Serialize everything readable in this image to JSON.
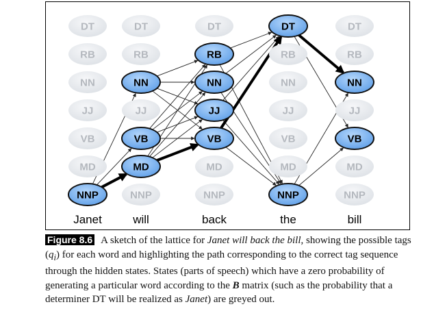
{
  "figure": {
    "label": "Figure 8.6",
    "caption": {
      "part1": "A sketch of the lattice for ",
      "sentence": "Janet will back the bill",
      "part2": ", showing the possible tags (",
      "q": "q",
      "sub": "i",
      "part3": ") for each word and highlighting the path corresponding to the correct tag sequence through the hidden states. States (parts of speech) which have a zero probability of generating a particular word according to the ",
      "matrix": "B",
      "part4": " matrix (such as the probability that a determiner DT will be realized as ",
      "example_word": "Janet",
      "part5": ") are greyed out."
    }
  },
  "lattice": {
    "tags": [
      "DT",
      "RB",
      "NN",
      "JJ",
      "VB",
      "MD",
      "NNP"
    ],
    "words": [
      "Janet",
      "will",
      "back",
      "the",
      "bill"
    ],
    "active": [
      [
        "NNP"
      ],
      [
        "NN",
        "VB",
        "MD"
      ],
      [
        "RB",
        "NN",
        "JJ",
        "VB"
      ],
      [
        "DT",
        "NNP"
      ],
      [
        "NN",
        "VB"
      ]
    ],
    "best_path": [
      "NNP",
      "MD",
      "VB",
      "DT",
      "NN"
    ],
    "colors": {
      "active_fill": "#7db7f4",
      "active_stroke": "#111111",
      "inactive_fill": "#e9edf2",
      "inactive_text": "#b4b8be",
      "edge": "#222222"
    }
  }
}
